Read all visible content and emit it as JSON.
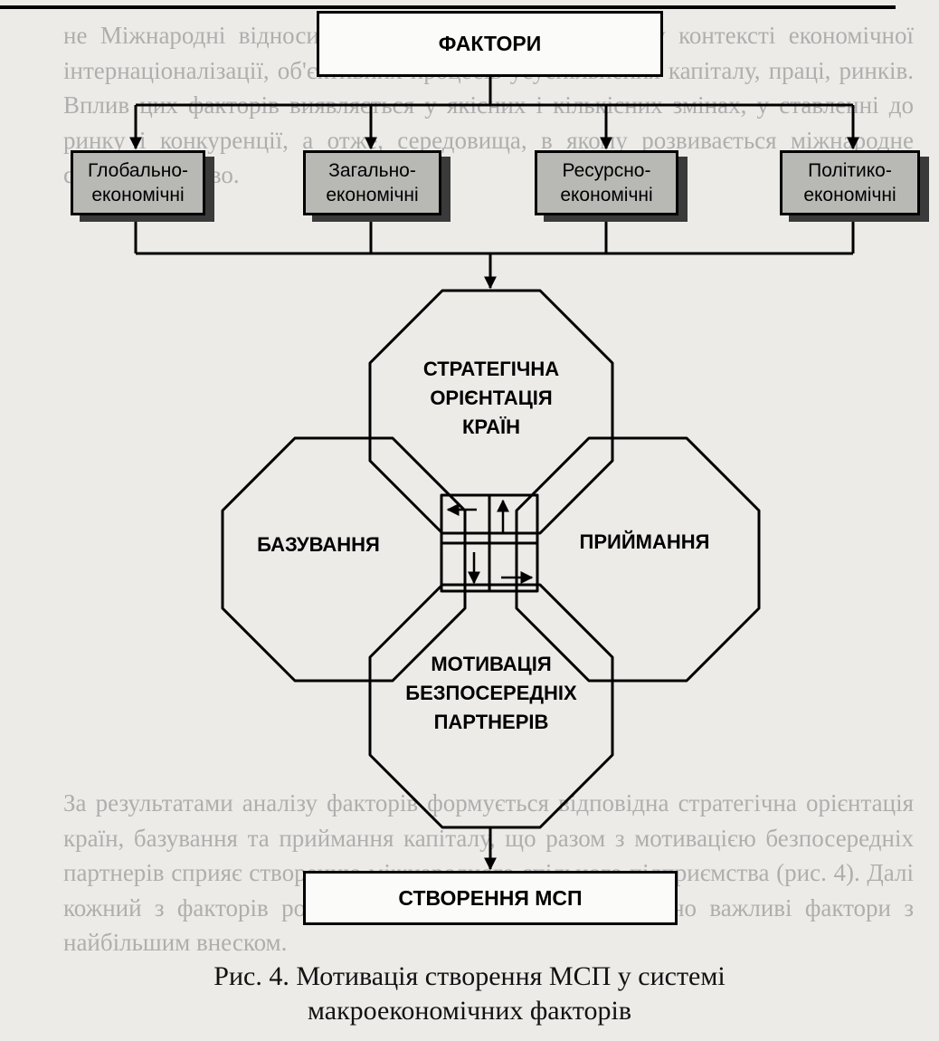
{
  "background_text": {
    "top": "не Міжнародні відносини суспільства, розвиваються у контексті економічної інтернаціоналізації, об'єктивних процесів усуспільнення капіталу, праці, ринків. Вплив цих факторів виявляється у якісних і кількісних змінах, у ставленні до ринку і конкуренції, а отже, середовища, в якому розвивається міжнародне співробітництво.",
    "bottom": "За результатами аналізу факторів формується відповідна стратегічна орієнтація країн, базування та приймання капіталу, що разом з мотивацією безпосередніх партнерів сприяє створенню міжнародного спільного підприємства (рис. 4). Далі кожний з факторів розглянуто серед яких є пропорційно важливі фактори з найбільшим внеском."
  },
  "diagram": {
    "top_box": "ФАКТОРИ",
    "factors": [
      "Глобально-\nекономічні",
      "Загально-\nекономічні",
      "Ресурсно-\nекономічні",
      "Політико-\nекономічні"
    ],
    "octagons": {
      "top": "СТРАТЕГІЧНА\nОРІЄНТАЦІЯ\nКРАЇН",
      "left": "БАЗУВАННЯ",
      "right": "ПРИЙМАННЯ",
      "bottom": "МОТИВАЦІЯ\nБЕЗПОСЕРЕДНІХ\nПАРТНЕРІВ"
    },
    "bottom_box": "СТВОРЕННЯ МСП"
  },
  "caption": "Рис. 4. Мотивація створення МСП у системі\nмакроекономічних факторів"
}
